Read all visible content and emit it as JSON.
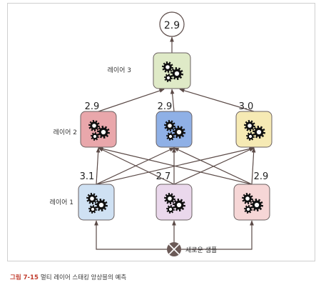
{
  "final_output": "2.9",
  "layers": {
    "layer3": {
      "label": "레이어 3",
      "box_color": "#dfeac7"
    },
    "layer2": {
      "label": "레이어 2",
      "nodes": [
        {
          "value": "2.9",
          "box_color": "#e9a7ab"
        },
        {
          "value": "2.9",
          "box_color": "#8fb0e6"
        },
        {
          "value": "3.0",
          "box_color": "#f6eab4"
        }
      ]
    },
    "layer1": {
      "label": "레이어 1",
      "nodes": [
        {
          "value": "3.1",
          "box_color": "#cfe1f3"
        },
        {
          "value": "2.7",
          "box_color": "#ead8ec"
        },
        {
          "value": "2.9",
          "box_color": "#f6d6d6"
        }
      ]
    }
  },
  "input": {
    "label": "새로운 샘플",
    "icon": "x-circle-icon",
    "color": "#6b5a57"
  },
  "caption": {
    "number": "그림 7-15",
    "text": "멀티 레이어 스태킹 앙상블의 예측"
  },
  "colors": {
    "arrow": "#5b4a47",
    "gear": "#111111"
  }
}
